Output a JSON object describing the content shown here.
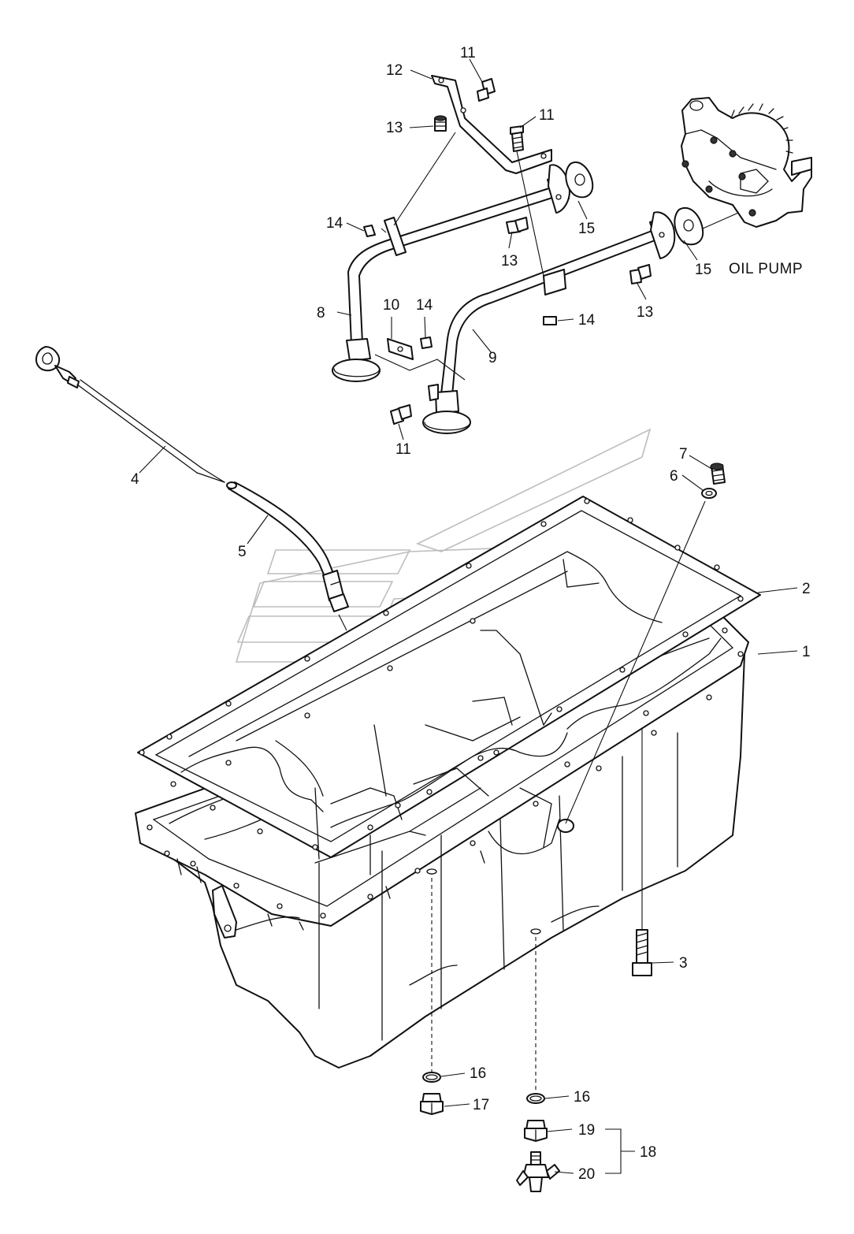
{
  "callouts": {
    "c1": "1",
    "c2": "2",
    "c3": "3",
    "c4": "4",
    "c5": "5",
    "c6": "6",
    "c7": "7",
    "c8": "8",
    "c9": "9",
    "c10": "10",
    "c11a": "11",
    "c11b": "11",
    "c11c": "11",
    "c12": "12",
    "c13a": "13",
    "c13b": "13",
    "c13c": "13",
    "c14a": "14",
    "c14b": "14",
    "c14c": "14",
    "c15a": "15",
    "c15b": "15",
    "c16a": "16",
    "c16b": "16",
    "c17": "17",
    "c18": "18",
    "c19": "19",
    "c20": "20"
  },
  "oil_pump_label": "OIL PUMP",
  "icons": {
    "oil_pump": "oil-pump-icon",
    "oil_pan": "oil-pan-icon",
    "gasket": "pan-gasket-icon",
    "dipstick": "dipstick-icon",
    "guide_tube": "dipstick-tube-icon",
    "strainer_pipes": "suction-pipe-icon",
    "drain_valve": "drain-valve-icon"
  }
}
